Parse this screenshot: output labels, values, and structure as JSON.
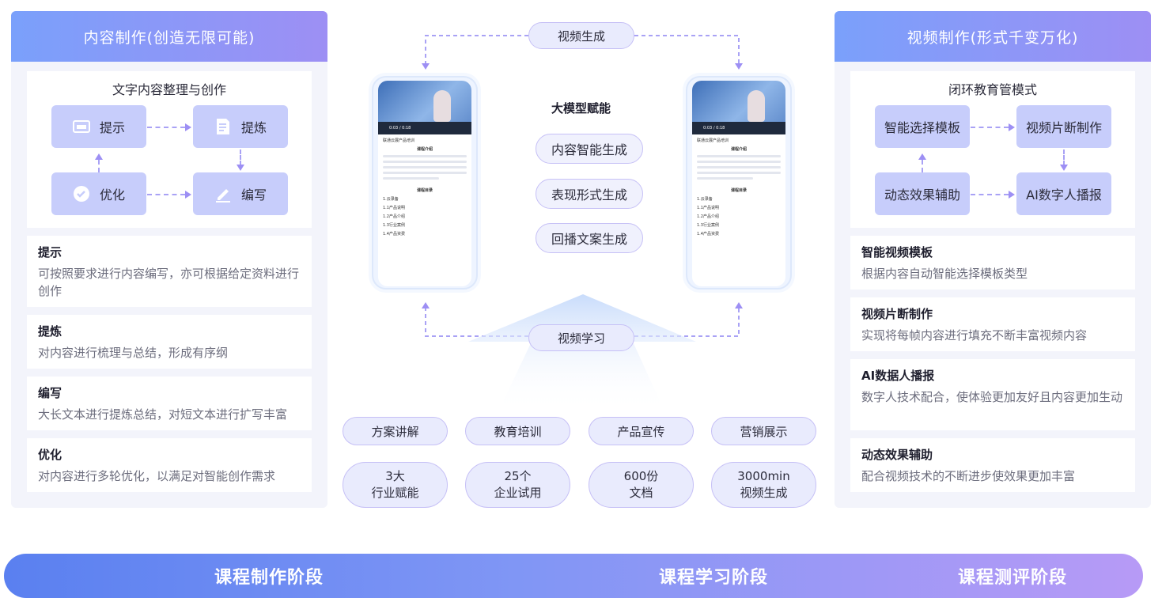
{
  "left_panel": {
    "title": "内容制作(创造无限可能)",
    "flow_title": "文字内容整理与创作",
    "flow": [
      "提示",
      "提炼",
      "优化",
      "编写"
    ],
    "cards": [
      {
        "title": "提示",
        "desc": "可按照要求进行内容编写，亦可根据给定资料进行创作"
      },
      {
        "title": "提炼",
        "desc": "对内容进行梳理与总结，形成有序纲"
      },
      {
        "title": "编写",
        "desc": "大长文本进行提炼总结，对短文本进行扩写丰富"
      },
      {
        "title": "优化",
        "desc": "对内容进行多轮优化，以满足对智能创作需求"
      }
    ]
  },
  "right_panel": {
    "title": "视频制作(形式千变万化)",
    "flow_title": "闭环教育管模式",
    "flow": [
      "智能选择模板",
      "视频片断制作",
      "动态效果辅助",
      "AI数字人播报"
    ],
    "cards": [
      {
        "title": "智能视频模板",
        "desc": "根据内容自动智能选择模板类型"
      },
      {
        "title": "视频片断制作",
        "desc": "实现将每帧内容进行填充不断丰富视频内容"
      },
      {
        "title": "AI数据人播报",
        "desc": "数字人技术配合，使体验更加友好且内容更加生动"
      },
      {
        "title": "动态效果辅助",
        "desc": "配合视频技术的不断进步使效果更加丰富"
      }
    ]
  },
  "center": {
    "top_pill": "视频生成",
    "bottom_pill": "视频学习",
    "model_title": "大模型赋能",
    "generate": [
      "内容智能生成",
      "表现形式生成",
      "回播文案生成"
    ],
    "scenarios": [
      "方案讲解",
      "教育培训",
      "产品宣传",
      "营销展示"
    ],
    "stats": [
      {
        "line1": "3大",
        "line2": "行业赋能"
      },
      {
        "line1": "25个",
        "line2": "企业试用"
      },
      {
        "line1": "600份",
        "line2": "文档"
      },
      {
        "line1": "3000min",
        "line2": "视频生成"
      }
    ]
  },
  "phone": {
    "video_time": "0:03 / 0:18",
    "course_name": "联通云展产品培训",
    "intro_title": "课程介绍",
    "catalog_title": "课程目录",
    "chapter": "1.云录备",
    "items": [
      "1.1产品说明",
      "1.2产品介绍",
      "1.3行业案例",
      "1.4产品资费"
    ]
  },
  "stages": [
    "课程制作阶段",
    "课程学习阶段",
    "课程测评阶段"
  ]
}
